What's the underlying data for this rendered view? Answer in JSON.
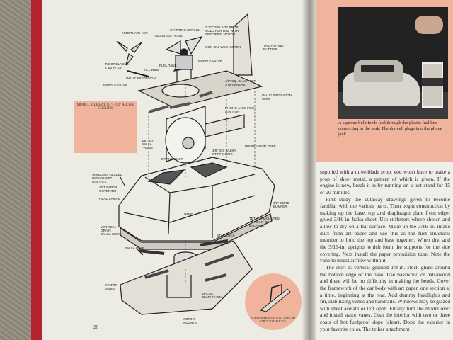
{
  "book": {
    "page_number": "26",
    "photo_caption": "A squeeze bulb feeds fuel through the plastic fuel line connecting to the tank. The dry cell plugs into the phone jack.",
    "body_paragraphs": [
      "supplied with a three-blade prop, you won't have to make a prop of sheet metal, a pattern of which is given. If the engine is new, break it in by running on a test stand for 15 or 20 minutes.",
      "First study the cutaway drawings given to become familiar with the various parts. Then begin construction by making up the base, top and diaphragm plate from edge-glued 3/16-in. balsa sheet. Use stiffeners where shown and allow to dry on a flat surface. Make up the 3/16-in. intake duct from art paper and use this as the first structural member to hold the top and base together. When dry, add the 3/16-in. uprights which form the supports for the side covering. Next install the paper propulsion tube. Note the vane to direct airflow within it.",
      "The skirt is vertical grained 1/8-in. stock glued around the bottom edge of the base. Use basswood or balsawood and there will be no difficulty in making the bends. Cover the framework of the car body with art paper, one section at a time, beginning at the rear. Add dummy headlights and fin, stabilizing vanes and handrails. Windows may be glazed with sheet acetate or left open. Finally turn the model over and install stator vanes. Coat the interior with two or three coats of hot fuelproof dope (clear). Dope the exterior in your favorite color. The tether attachment"
    ],
    "inset_label": "MODEL RIDES AT 1/4\" - 1/2\" ABOVE GROUND",
    "circle_label": "HANDRAILS OF 1/32\" ROUND OR TOOTHPICKS"
  },
  "callouts": [
    "ALTERNATE FAN",
    ".020 STEEL PLATE",
    "STARTING SPRING",
    "3 1/2\" 3-BLADE PROP SOLD FOR USE WITH SPECIFIED MOTOR",
    "COX .010 WEE MOTOR",
    "NEEDLE VALVE",
    "TAIL FIN AND RUDDER",
    "TWIST BLADES 8 1/2 PITCH",
    "FUEL TANK",
    "ALL WIRE",
    "VALVE EXTENSION",
    "NEEDLE VALVE",
    "1/8\" SQ. BALSA TOP STIFFENERS",
    "VALVE EXTENSION WIRE",
    "PHONO JACK FOR IGNITION",
    "PROPULSION TUBE",
    "INTAKE DUCT",
    "1/8\" SQ. BALSA FRAME",
    "1/8\" SQ. BALSA STIFFENERS",
    "WINDOWS GLAZED WITH SHEET ACETATE",
    "ART PAPER COVERING",
    "HEAD LAMPS",
    "1/2\" CORD BUMPER",
    "STAR LOCK",
    "TETHER MOUNTED AT POINT OF BALANCE",
    "VERTICAL GRAIN BALSA SKIRT",
    "BALSA BASE",
    "BALSA DIAPHRAGM",
    "MOTOR MOUNTS",
    "STATOR VANES",
    "VANE"
  ],
  "colors": {
    "page": "#ecebe4",
    "salmon": "#f0b49c",
    "binding": "#b3262f",
    "ink": "#2b2b2b"
  }
}
